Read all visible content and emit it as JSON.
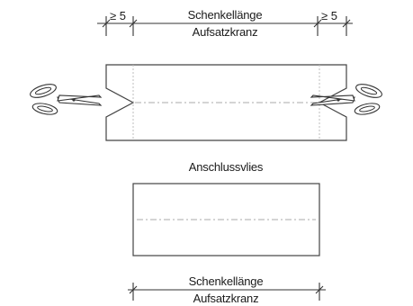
{
  "top_dimension": {
    "left_min_label": "≥ 5",
    "right_min_label": "≥ 5",
    "line1": "Schenkellänge",
    "line2": "Aufsatzkranz"
  },
  "middle_label": "Anschlussvlies",
  "bottom_dimension": {
    "line1": "Schenkellänge",
    "line2": "Aufsatzkranz"
  },
  "icons": {
    "left": "scissors-icon",
    "right": "scissors-icon"
  }
}
